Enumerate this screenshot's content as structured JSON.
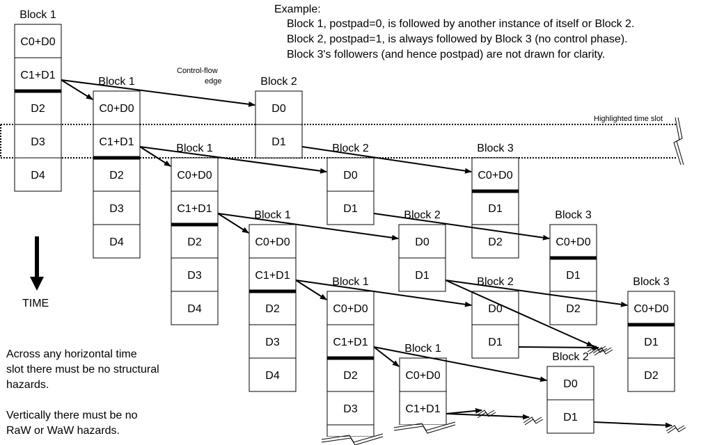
{
  "example": {
    "heading": "Example:",
    "lines": [
      "Block 1, postpad=0, is followed by another instance of itself or Block 2.",
      "Block 2, postpad=1, is always followed by Block 3 (no control phase).",
      "Block 3's followers (and hence postpad) are not drawn for clarity."
    ]
  },
  "labels": {
    "control_flow_edge": [
      "Control-flow",
      "edge"
    ],
    "highlighted_time_slot": "Highlighted time slot",
    "time": "TIME"
  },
  "notes": {
    "structural": [
      "Across any horizontal time",
      "slot there must be no structural",
      "hazards."
    ],
    "vertical": [
      "Vertically there must be no",
      "RaW or WaW hazards."
    ]
  },
  "blocks": [
    {
      "title": "Block 1",
      "cells": [
        "C0+D0",
        "C1+D1",
        "D2",
        "D3",
        "D4"
      ],
      "control_end_after": 2,
      "truncated": false
    },
    {
      "title": "Block 1",
      "cells": [
        "C0+D0",
        "C1+D1",
        "D2",
        "D3",
        "D4"
      ],
      "control_end_after": 2,
      "truncated": false
    },
    {
      "title": "Block 2",
      "cells": [
        "D0",
        "D1"
      ],
      "control_end_after": 0,
      "truncated": false
    },
    {
      "title": "Block 1",
      "cells": [
        "C0+D0",
        "C1+D1",
        "D2",
        "D3",
        "D4"
      ],
      "control_end_after": 2,
      "truncated": false
    },
    {
      "title": "Block 2",
      "cells": [
        "D0",
        "D1"
      ],
      "control_end_after": 0,
      "truncated": false
    },
    {
      "title": "Block 3",
      "cells": [
        "C0+D0",
        "D1",
        "D2"
      ],
      "control_end_after": 1,
      "truncated": false
    },
    {
      "title": "Block 1",
      "cells": [
        "C0+D0",
        "C1+D1",
        "D2",
        "D3",
        "D4"
      ],
      "control_end_after": 2,
      "truncated": false
    },
    {
      "title": "Block 2",
      "cells": [
        "D0",
        "D1"
      ],
      "control_end_after": 0,
      "truncated": false
    },
    {
      "title": "Block 3",
      "cells": [
        "C0+D0",
        "D1",
        "D2"
      ],
      "control_end_after": 1,
      "truncated": false
    },
    {
      "title": "Block 1",
      "cells": [
        "C0+D0",
        "C1+D1",
        "D2",
        "D3",
        ""
      ],
      "control_end_after": 2,
      "truncated": true
    },
    {
      "title": "Block 2",
      "cells": [
        "D0",
        "D1"
      ],
      "control_end_after": 0,
      "truncated": false
    },
    {
      "title": "Block 3",
      "cells": [
        "C0+D0",
        "D1",
        "D2"
      ],
      "control_end_after": 1,
      "truncated": false
    },
    {
      "title": "Block 1",
      "cells": [
        "C0+D0",
        "C1+D1"
      ],
      "control_end_after": 2,
      "truncated": true
    },
    {
      "title": "Block 2",
      "cells": [
        "D0",
        "D1"
      ],
      "control_end_after": 0,
      "truncated": false
    }
  ],
  "edges": [
    {
      "from": 0,
      "to": 1
    },
    {
      "from": 0,
      "to": 2
    },
    {
      "from": 1,
      "to": 3
    },
    {
      "from": 1,
      "to": 4
    },
    {
      "from": 2,
      "to": 5
    },
    {
      "from": 3,
      "to": 6
    },
    {
      "from": 3,
      "to": 7
    },
    {
      "from": 4,
      "to": 8
    },
    {
      "from": 6,
      "to": 9
    },
    {
      "from": 6,
      "to": 10
    },
    {
      "from": 7,
      "to": 11
    },
    {
      "from": 7,
      "to": "offscreen"
    },
    {
      "from": 9,
      "to": 12
    },
    {
      "from": 9,
      "to": 13
    },
    {
      "from": 10,
      "to": "offscreen"
    },
    {
      "from": 12,
      "to": "offscreen"
    },
    {
      "from": 12,
      "to": "offscreen"
    },
    {
      "from": 13,
      "to": "offscreen"
    }
  ],
  "highlighted_slot": {
    "cell_row": 3
  }
}
